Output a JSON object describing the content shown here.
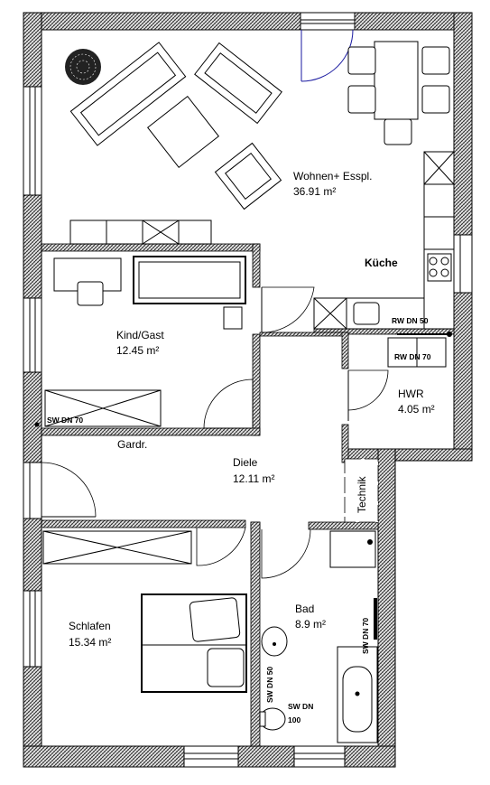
{
  "rooms": [
    {
      "id": "wohnen",
      "name": "Wohnen+ Esspl.",
      "area": "36.91 m²"
    },
    {
      "id": "kind",
      "name": "Kind/Gast",
      "area": "12.45 m²"
    },
    {
      "id": "hwr",
      "name": "HWR",
      "area": "4.05 m²"
    },
    {
      "id": "diele",
      "name": "Diele",
      "area": "12.11 m²"
    },
    {
      "id": "schlafen",
      "name": "Schlafen",
      "area": "15.34 m²"
    },
    {
      "id": "bad",
      "name": "Bad",
      "area": "8.9 m²"
    }
  ],
  "labels": {
    "kueche": "Küche",
    "gardr": "Gardr.",
    "technik": "Technik"
  },
  "pipes": {
    "rw50": "RW DN 50",
    "rw70": "RW DN 70",
    "sw70_kind": "SW DN 70",
    "sw70_bad": "SW DN 70",
    "sw50_bad": "SW DN 50",
    "sw100_a": "SW DN",
    "sw100_b": "100"
  },
  "colors": {
    "wall_outer": "#555555",
    "wall_hatch": "#222222",
    "door_accent": "#1a1aa0",
    "line": "#000000",
    "background": "#ffffff"
  }
}
